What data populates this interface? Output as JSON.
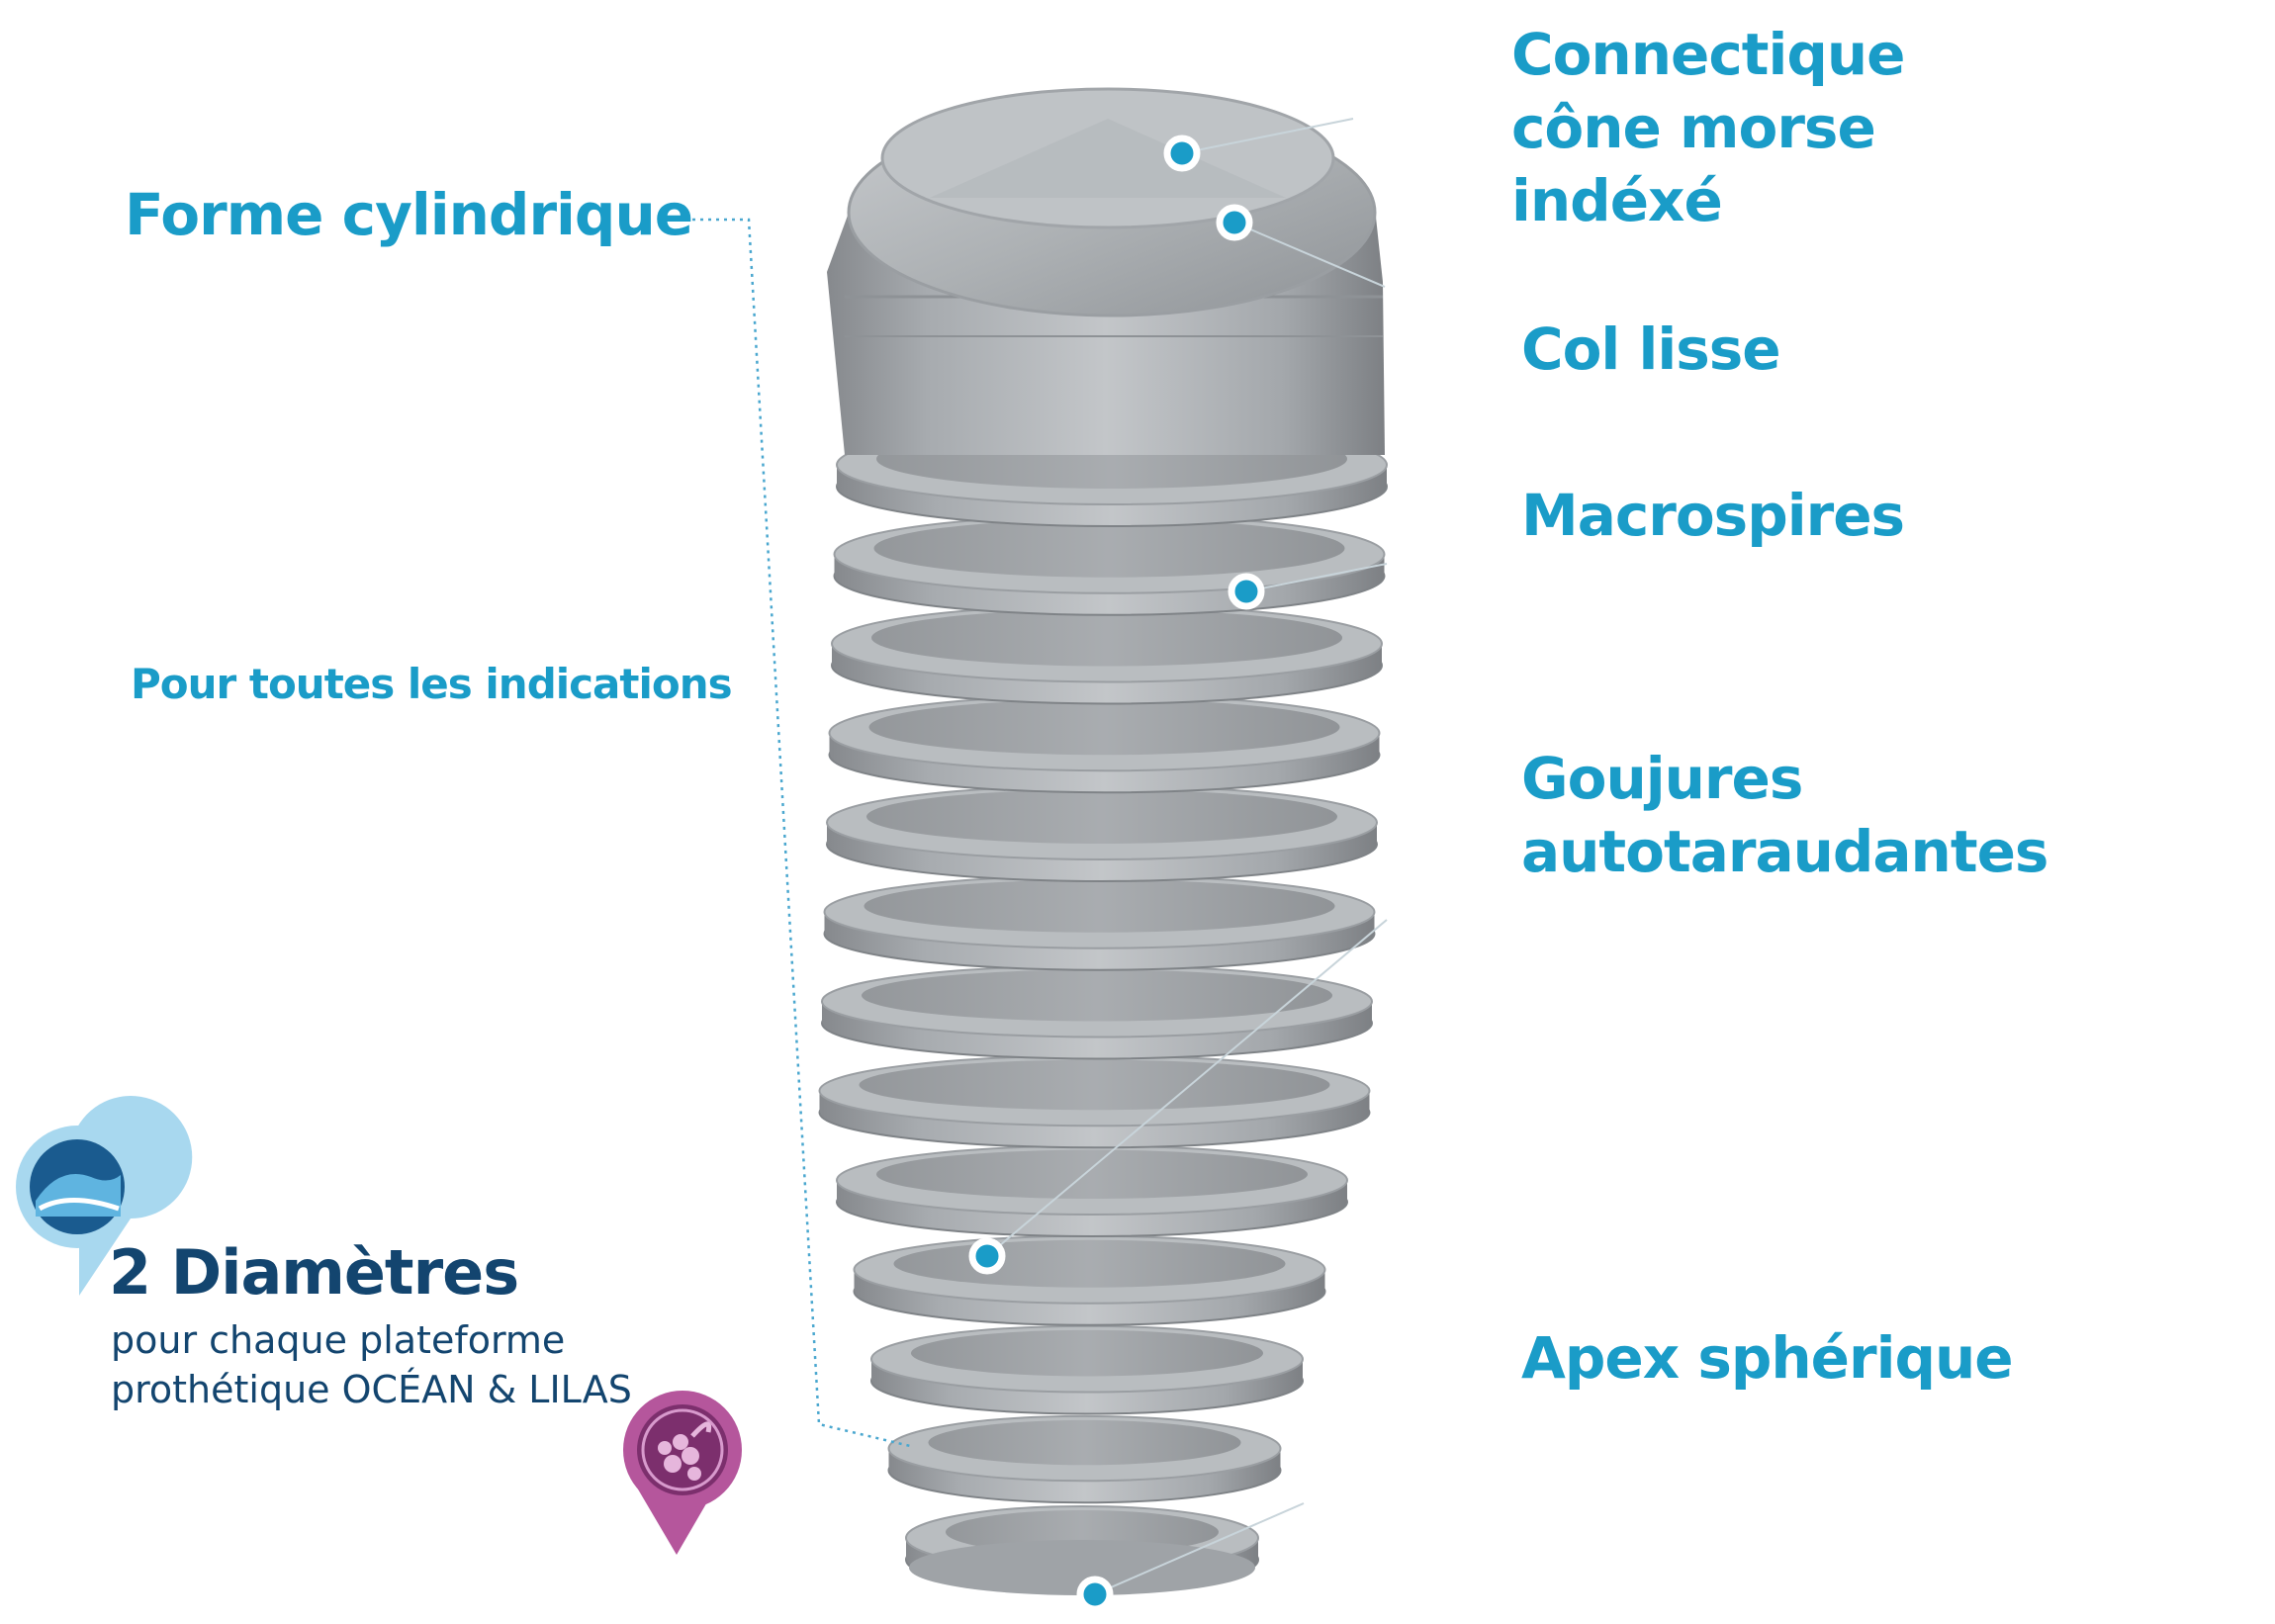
{
  "labels": {
    "connectique": [
      "Connectique",
      "cône morse",
      "indéxé"
    ],
    "col_lisse": "Col lisse",
    "macrospires": "Macrospires",
    "goujures": [
      "Goujures",
      "autotaraudantes"
    ],
    "apex": "Apex sphérique",
    "forme": "Forme cylindrique",
    "indications": "Pour toutes les indications"
  },
  "diametres": {
    "title": "2 Diamètres",
    "line1": "pour chaque plateforme",
    "line2": "prothétique OCÉAN & LILAS"
  },
  "icons": {
    "ocean": "ocean-wave-pin-icon",
    "lilas": "lilac-flower-pin-icon"
  },
  "colors": {
    "accent": "#1a9cc8",
    "dark_blue": "#13456f",
    "ocean_pin": "#a8d8ef",
    "lilas_pin": "#b5569c",
    "metal": "#a9adb1"
  }
}
